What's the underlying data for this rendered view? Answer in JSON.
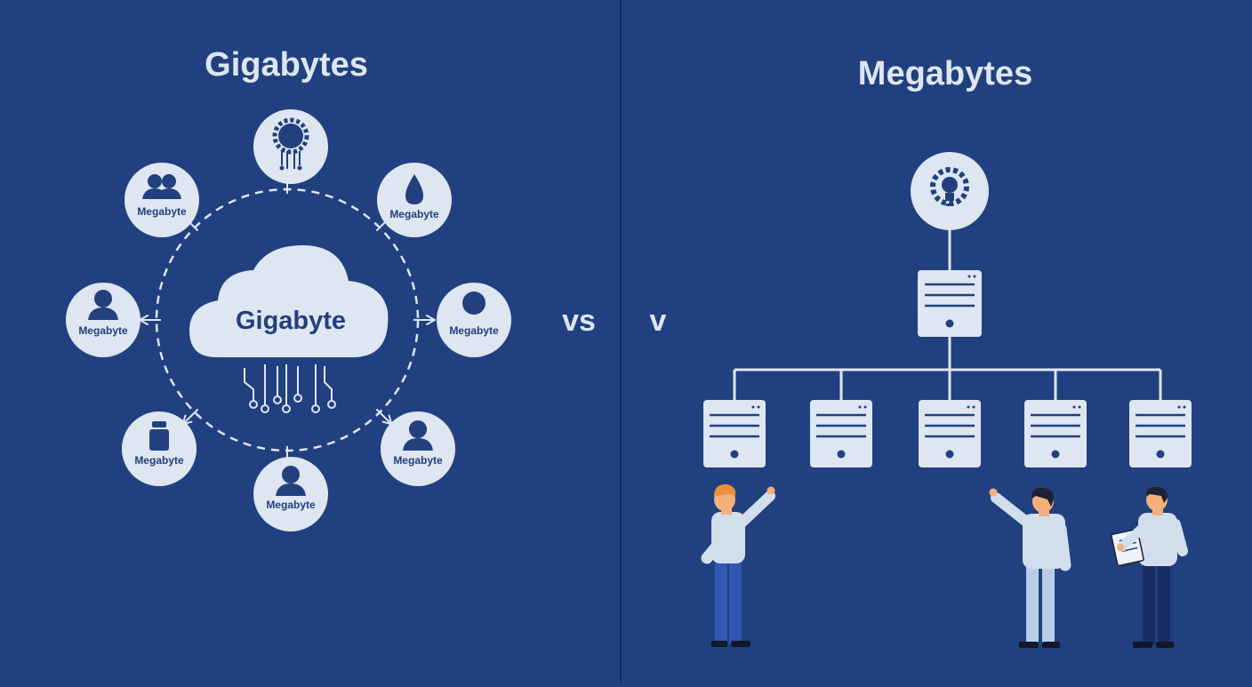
{
  "colors": {
    "background": "#21407f",
    "divider": "#15295a",
    "light": "#dde6f1",
    "icon": "#22407e",
    "line": "#dde6f1",
    "skin": "#f4b07c",
    "hair_blond": "#e8903a",
    "hair_dark": "#1d2233",
    "shirt": "#d3deec",
    "pants_blue": "#2f58b4",
    "pants_light": "#b8cde6",
    "pants_navy": "#1a2c66",
    "shoe": "#111827"
  },
  "left_panel": {
    "title": "Gigabytes",
    "cloud_label": "Gigabyte",
    "nodes": [
      {
        "label": "",
        "icon": "gear-chip-icon"
      },
      {
        "label": "Megabyte",
        "icon": "drop-icon"
      },
      {
        "label": "Megabyte",
        "icon": "circle-icon"
      },
      {
        "label": "Megabyte",
        "icon": "person-icon"
      },
      {
        "label": "Megabyte",
        "icon": "person-icon"
      },
      {
        "label": "Megabyte",
        "icon": "jar-icon"
      },
      {
        "label": "Megabyte",
        "icon": "person-icon"
      },
      {
        "label": "Megabyte",
        "icon": "people-icon"
      }
    ]
  },
  "vs_left": "vs",
  "vs_right": "v",
  "right_panel": {
    "title": "Megabytes",
    "root_icon": "gear-lightbulb-icon",
    "server_count": 5
  }
}
